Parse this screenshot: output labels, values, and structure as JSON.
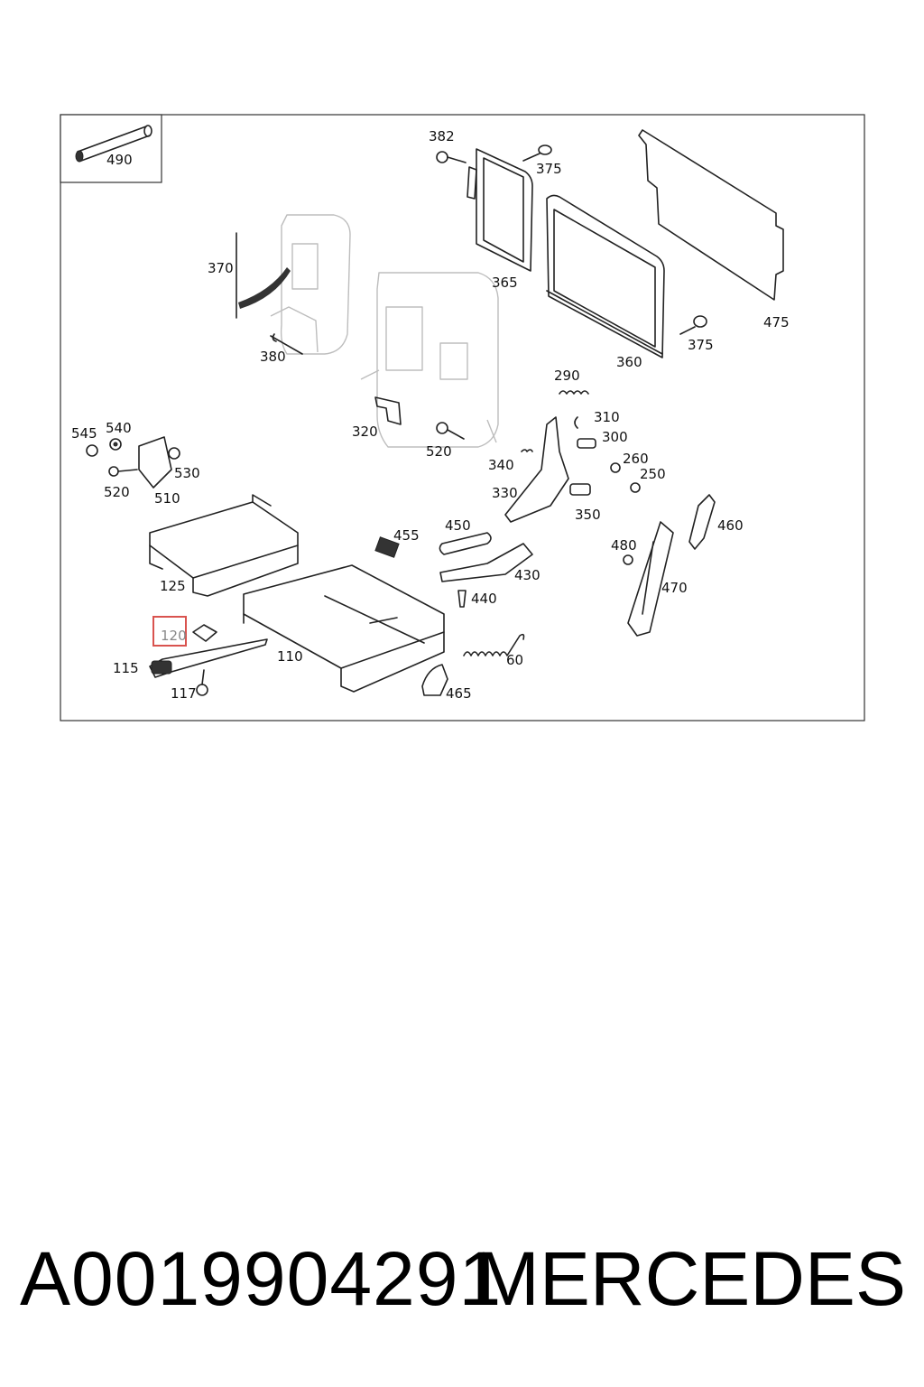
{
  "diagram": {
    "labels": [
      "490",
      "382",
      "375",
      "365",
      "475",
      "370",
      "360",
      "375",
      "380",
      "290",
      "310",
      "300",
      "260",
      "250",
      "545",
      "540",
      "530",
      "320",
      "520",
      "520",
      "510",
      "340",
      "330",
      "350",
      "460",
      "450",
      "455",
      "480",
      "430",
      "125",
      "470",
      "440",
      "120",
      "110",
      "60",
      "115",
      "117",
      "465"
    ],
    "highlighted_label": "120",
    "highlight_color": "#d9534f",
    "line_color": "#222222",
    "ghost_color": "#bdbdbd"
  },
  "footer": {
    "part_number": "A0019904291",
    "brand": "MERCEDES"
  }
}
